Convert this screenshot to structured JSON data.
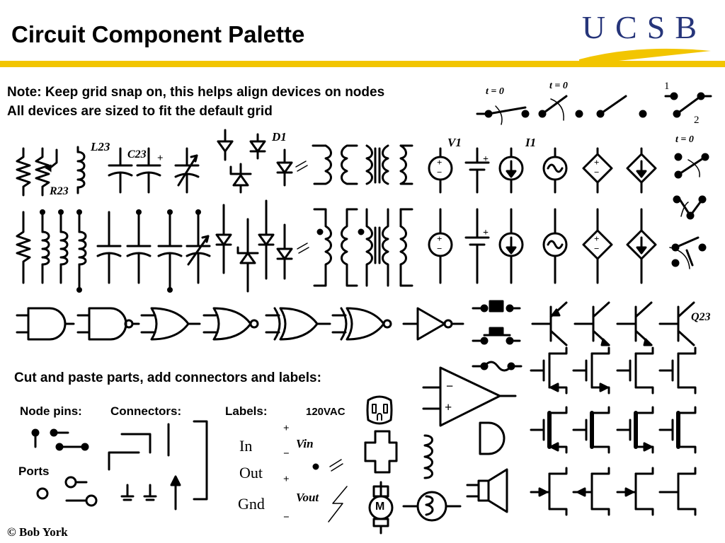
{
  "title": "Circuit Component Palette",
  "logo": {
    "text": "UCSB",
    "accent": "#26357a",
    "swoosh": "#f2c500"
  },
  "header_bar_color": "#f2c500",
  "notes": [
    "Note: Keep grid snap on, this helps align devices on nodes",
    "All devices are sized to fit the default grid"
  ],
  "switch_labels": {
    "t0_a": "t = 0",
    "t0_b": "t = 0",
    "t0_c": "t = 0",
    "pos1": "1",
    "pos2": "2"
  },
  "component_labels": {
    "inductor": "L23",
    "capacitor": "C23",
    "resistor": "R23",
    "diode": "D1",
    "voltage_source": "V1",
    "current_source": "I1",
    "transistor": "Q23",
    "cap_plus": "+",
    "plus": "+",
    "minus": "−"
  },
  "cut_paste": "Cut and paste parts, add connectors and labels:",
  "sections": {
    "node_pins": "Node pins:",
    "connectors": "Connectors:",
    "labels": "Labels:",
    "ports": "Ports",
    "outlet": "120VAC",
    "motor": "M"
  },
  "label_words": [
    "In",
    "Out",
    "Gnd"
  ],
  "label_vars": {
    "vin": "Vin",
    "vout": "Vout"
  },
  "credit": "© Bob York"
}
